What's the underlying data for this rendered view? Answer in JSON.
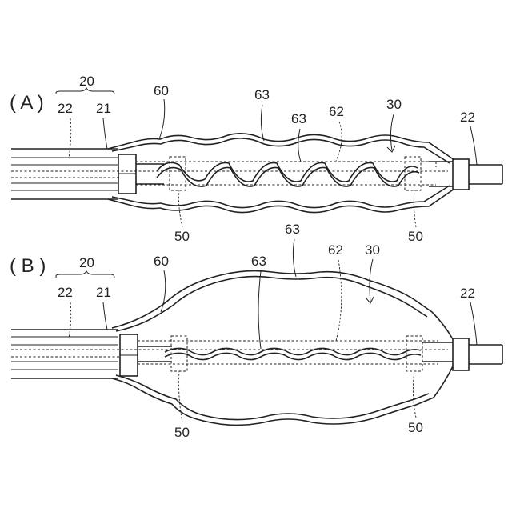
{
  "figure": {
    "panels": [
      {
        "id": "A",
        "label": "( A )",
        "labels": {
          "n20": "20",
          "n22_left": "22",
          "n21": "21",
          "n60": "60",
          "n63_top": "63",
          "n63_inner": "63",
          "n62": "62",
          "n30": "30",
          "n22_right": "22",
          "n50_left": "50",
          "n50_right": "50"
        }
      },
      {
        "id": "B",
        "label": "( B )",
        "labels": {
          "n20": "20",
          "n22_left": "22",
          "n21": "21",
          "n60": "60",
          "n63_top": "63",
          "n63_inner": "63",
          "n62": "62",
          "n30": "30",
          "n22_right": "22",
          "n50_left": "50",
          "n50_right": "50"
        }
      }
    ]
  }
}
